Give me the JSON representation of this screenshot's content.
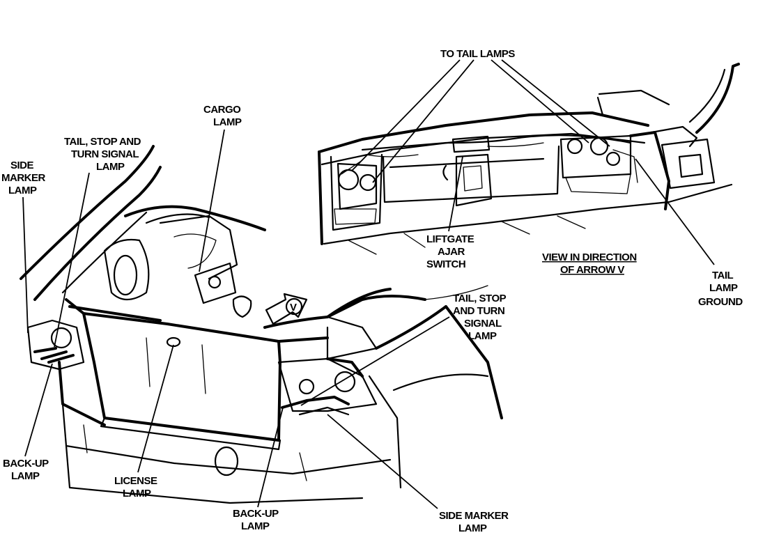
{
  "labels": {
    "to_tail_lamps": "TO TAIL LAMPS",
    "cargo_lamp": [
      "CARGO",
      "LAMP"
    ],
    "tail_stop_turn_left": [
      "TAIL, STOP AND",
      "TURN SIGNAL",
      "LAMP"
    ],
    "side_marker_left": [
      "SIDE",
      "MARKER",
      "LAMP"
    ],
    "liftgate_ajar_switch": [
      "LIFTGATE",
      "AJAR",
      "SWITCH"
    ],
    "view_in_direction": [
      "VIEW IN DIRECTION",
      "OF ARROW V"
    ],
    "tail_lamp_ground": [
      "TAIL",
      "LAMP",
      "GROUND"
    ],
    "tail_stop_turn_right": [
      "TAIL, STOP",
      "AND TURN",
      "SIGNAL",
      "LAMP"
    ],
    "backup_lamp_left": [
      "BACK-UP",
      "LAMP"
    ],
    "license_lamp": [
      "LICENSE",
      "LAMP"
    ],
    "backup_lamp_right": [
      "BACK-UP",
      "LAMP"
    ],
    "side_marker_right": [
      "SIDE MARKER",
      "LAMP"
    ],
    "arrow_v": "V"
  }
}
